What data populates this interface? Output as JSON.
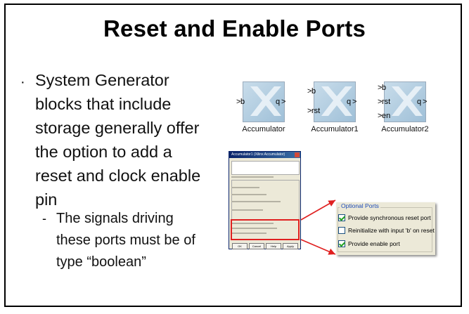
{
  "slide": {
    "title": "Reset and Enable Ports",
    "bullet": "System Generator blocks that include storage generally offer the option to add a reset and clock enable pin",
    "sub_bullet": "The signals driving these ports must be of type “boolean”"
  },
  "blocks": [
    {
      "label": "Accumulator",
      "inputs": [
        "b"
      ],
      "output": "q"
    },
    {
      "label": "Accumulator1",
      "inputs": [
        "b",
        "rst"
      ],
      "output": "q"
    },
    {
      "label": "Accumulator2",
      "inputs": [
        "b",
        "rst",
        "en"
      ],
      "output": "q"
    }
  ],
  "dialog": {
    "title": "Accumulator1 (Xilinx Accumulator)",
    "buttons": [
      "OK",
      "Cancel",
      "Help",
      "Apply"
    ]
  },
  "optional_ports": {
    "legend": "Optional Ports",
    "options": [
      {
        "label": "Provide synchronous reset port",
        "checked": true
      },
      {
        "label": "Reinitialize with input 'b' on reset",
        "checked": false
      },
      {
        "label": "Provide enable port",
        "checked": true
      }
    ]
  },
  "colors": {
    "highlight": "#e02020",
    "block_fill": "#a8c6dc",
    "check": "#21a121"
  }
}
